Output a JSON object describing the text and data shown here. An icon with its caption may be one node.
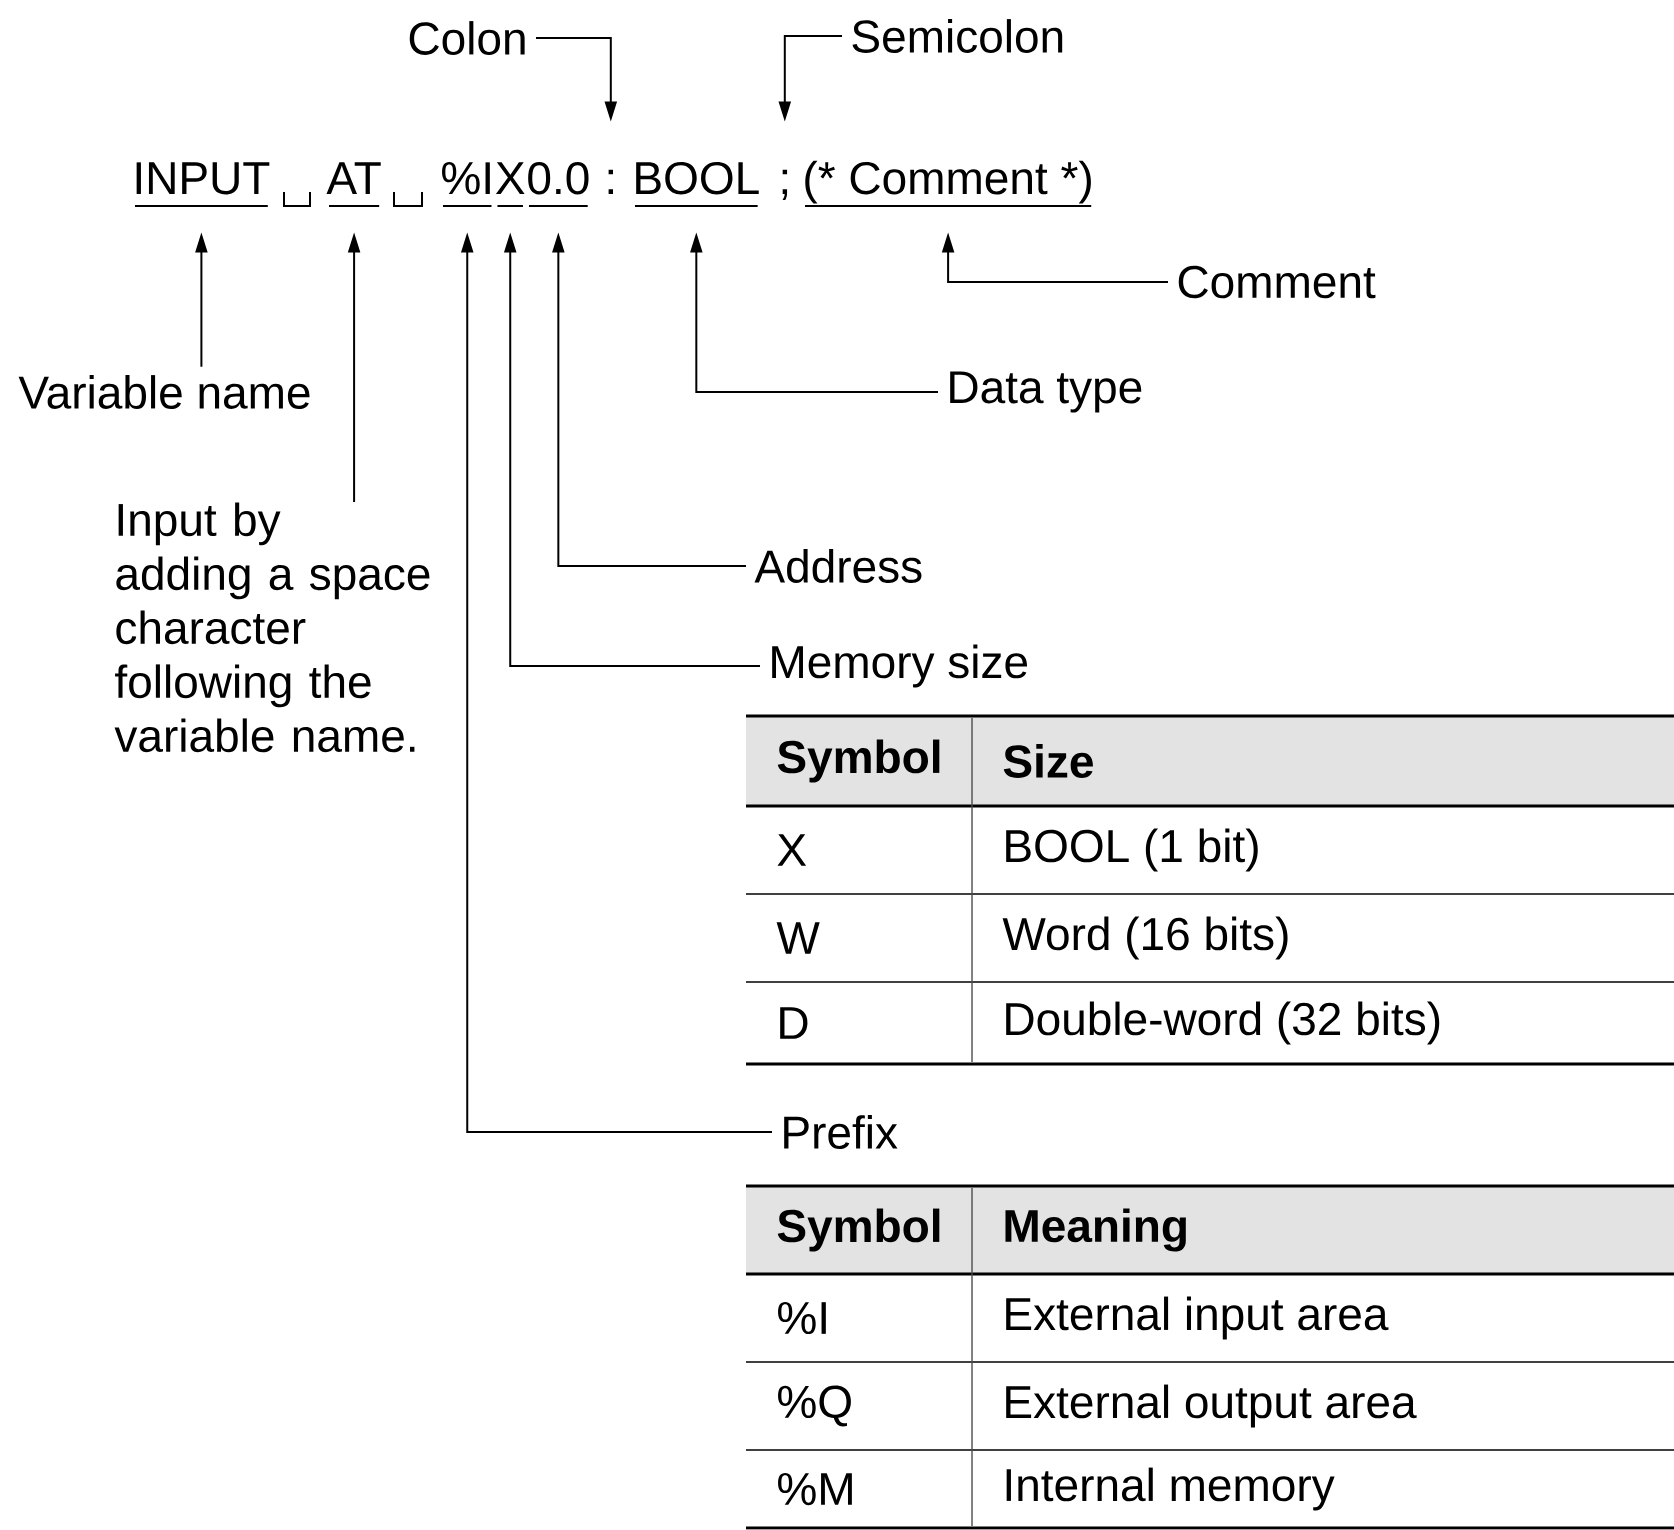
{
  "diagram": {
    "nodes": [
      {
        "text": [
          "INPUT"
        ]
      },
      {
        "text": [
          "AT"
        ]
      },
      {
        "text": [
          "%I"
        ]
      },
      {
        "text": [
          "X"
        ]
      },
      {
        "text": [
          "0.0"
        ]
      },
      {
        "text": [
          ":"
        ]
      },
      {
        "text": [
          "BOOL"
        ]
      },
      {
        "text": [
          ";"
        ]
      },
      {
        "text": [
          "(* Comment *)"
        ]
      },
      {
        "text": [
          "Colon"
        ]
      },
      {
        "text": [
          "Semicolon"
        ]
      },
      {
        "text": [
          "Comment"
        ]
      },
      {
        "text": [
          "Variable name"
        ]
      },
      {
        "text": [
          "Data type"
        ]
      },
      {
        "text": [
          "Input by adding a space character following the variable name."
        ]
      },
      {
        "text": [
          "Address"
        ]
      },
      {
        "text": [
          "Memory size"
        ]
      },
      {
        "text": [
          "Prefix"
        ]
      }
    ],
    "edges": [
      {
        "from": 9,
        "to": 5,
        "arrow": "to"
      },
      {
        "from": 10,
        "to": 7,
        "arrow": "to"
      },
      {
        "from": 11,
        "to": 8,
        "arrow": "to"
      },
      {
        "from": 12,
        "to": 0,
        "arrow": "to"
      },
      {
        "from": 13,
        "to": 6,
        "arrow": "to"
      },
      {
        "from": 14,
        "to": 1,
        "arrow": "to"
      },
      {
        "from": 15,
        "to": 4,
        "arrow": "to"
      },
      {
        "from": 16,
        "to": 3,
        "arrow": "to"
      },
      {
        "from": 17,
        "to": 2,
        "arrow": "to"
      }
    ],
    "labels": [
      "Symbol",
      "Size",
      "X",
      "BOOL (1 bit)",
      "W",
      "Word (16 bits)",
      "D",
      "Double-word (32 bits)",
      "Symbol",
      "Meaning",
      "%I",
      "External input area",
      "%Q",
      "External output area",
      "%M",
      "Internal memory"
    ]
  }
}
